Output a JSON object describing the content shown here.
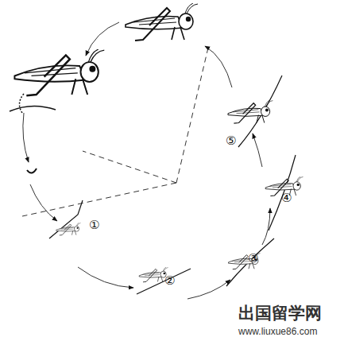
{
  "diagram": {
    "labels": [
      "①",
      "②",
      "③",
      "④",
      "⑤",
      "出国留学网",
      "www.liuxue86.com"
    ]
  }
}
